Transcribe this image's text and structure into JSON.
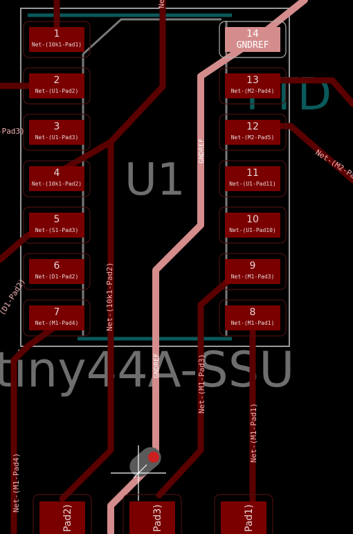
{
  "colors": {
    "background": "#000000",
    "pad": "#7a0000",
    "pad_text": "#e8d6d6",
    "pad_outline": "#4a1010",
    "track": "#5a0000",
    "selected_track": "#d48c8c",
    "selected_text": "#ffffff",
    "silk": "#8a8a8a",
    "courtyard": "#9a9a9a",
    "fab": "#0a5a5a",
    "net_label": "#f0b0b0",
    "cursor": "#ffffff",
    "via_ring": "#5a5a5a",
    "via_hole": "#cc1f1f"
  },
  "component": {
    "ref": "U1",
    "value_fragment": "tiny44A-SSU",
    "neighbor_ref_fragment": "FTD"
  },
  "pads": [
    {
      "num": "1",
      "net": "Net-(10k1-Pad1)"
    },
    {
      "num": "2",
      "net": "Net-(U1-Pad2)"
    },
    {
      "num": "3",
      "net": "Net-(U1-Pad3)"
    },
    {
      "num": "4",
      "net": "Net-(10k1-Pad2)"
    },
    {
      "num": "5",
      "net": "Net-(S1-Pad3)"
    },
    {
      "num": "6",
      "net": "Net-(D1-Pad2)"
    },
    {
      "num": "7",
      "net": "Net-(M1-Pad4)"
    },
    {
      "num": "8",
      "net": "Net-(M1-Pad1)"
    },
    {
      "num": "9",
      "net": "Net-(M1-Pad3)"
    },
    {
      "num": "10",
      "net": "Net-(U1-Pad10)"
    },
    {
      "num": "11",
      "net": "Net-(U1-Pad11)"
    },
    {
      "num": "12",
      "net": "Net-(M2-Pad5)"
    },
    {
      "num": "13",
      "net": "Net-(M2-Pad4)"
    },
    {
      "num": "14",
      "net": "GNDREF"
    }
  ],
  "track_labels": {
    "top_center": "Net-",
    "left_pad3": "-Pad3)",
    "right_m2": "Net-(M2-Pa",
    "left_d1": "(D1-Pad2)",
    "center_10k1": "Net-(10k1-Pad2)",
    "gnd_upper": "GNDREF",
    "gnd_lower": "GNDREF",
    "m1pad3": "Net-(M1-Pad3)",
    "m1pad1": "Net-(M1-Pad1)",
    "m1pad4": "Net-(M1-Pad4)"
  },
  "bottom_pads": [
    {
      "label": "Pad2)"
    },
    {
      "label": "Pad3)"
    },
    {
      "label": "Pad1)"
    }
  ]
}
